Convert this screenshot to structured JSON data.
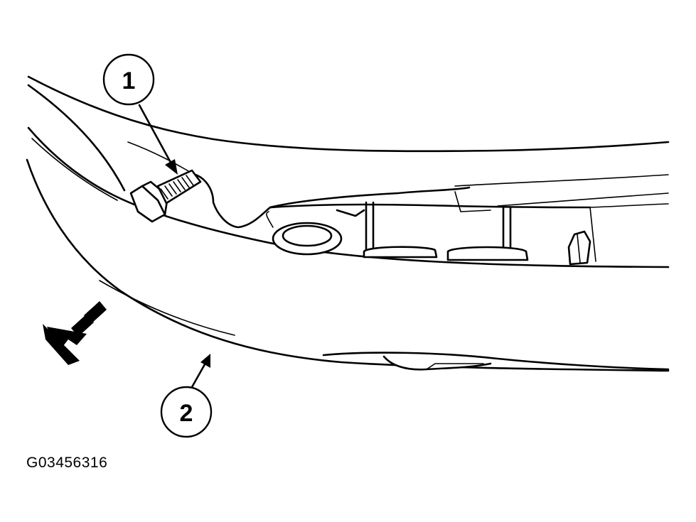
{
  "callouts": [
    {
      "label": "1"
    },
    {
      "label": "2"
    }
  ],
  "figure_id": "G03456316",
  "direction_indicator": "left-down-arrow-icon"
}
